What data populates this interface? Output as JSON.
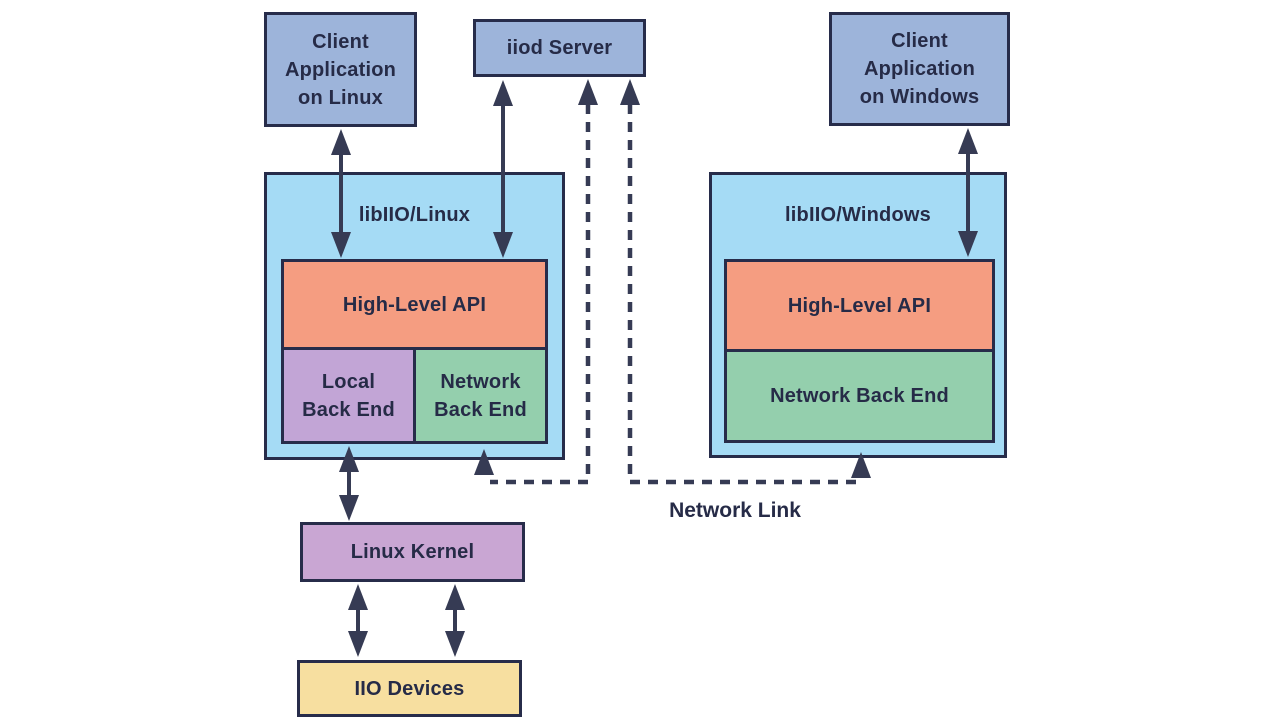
{
  "colors": {
    "background": "#ffffff",
    "client_box": "#9db4da",
    "libiio_box": "#a5dbf5",
    "api_box": "#f59d81",
    "local_box": "#c2a5d6",
    "network_box": "#94cfad",
    "kernel_box": "#c9a6d3",
    "devices_box": "#f7dfa0",
    "border": "#272c4a",
    "arrow": "#363b54",
    "text": "#262b47"
  },
  "nodes": {
    "client_linux": {
      "label": "Client\nApplication\non Linux"
    },
    "iiod_server": {
      "label": "iiod Server"
    },
    "client_windows": {
      "label": "Client\nApplication\non Windows"
    },
    "libiio_linux": {
      "label": "libIIO/Linux"
    },
    "libiio_windows": {
      "label": "libIIO/Windows"
    },
    "high_level_api_linux": {
      "label": "High-Level API"
    },
    "high_level_api_windows": {
      "label": "High-Level API"
    },
    "local_back_end": {
      "label": "Local\nBack End"
    },
    "network_back_end_linux": {
      "label": "Network\nBack End"
    },
    "network_back_end_windows": {
      "label": "Network Back End"
    },
    "linux_kernel": {
      "label": "Linux Kernel"
    },
    "iio_devices": {
      "label": "IIO Devices"
    }
  },
  "annotations": {
    "network_link": {
      "label": "Network Link"
    }
  }
}
